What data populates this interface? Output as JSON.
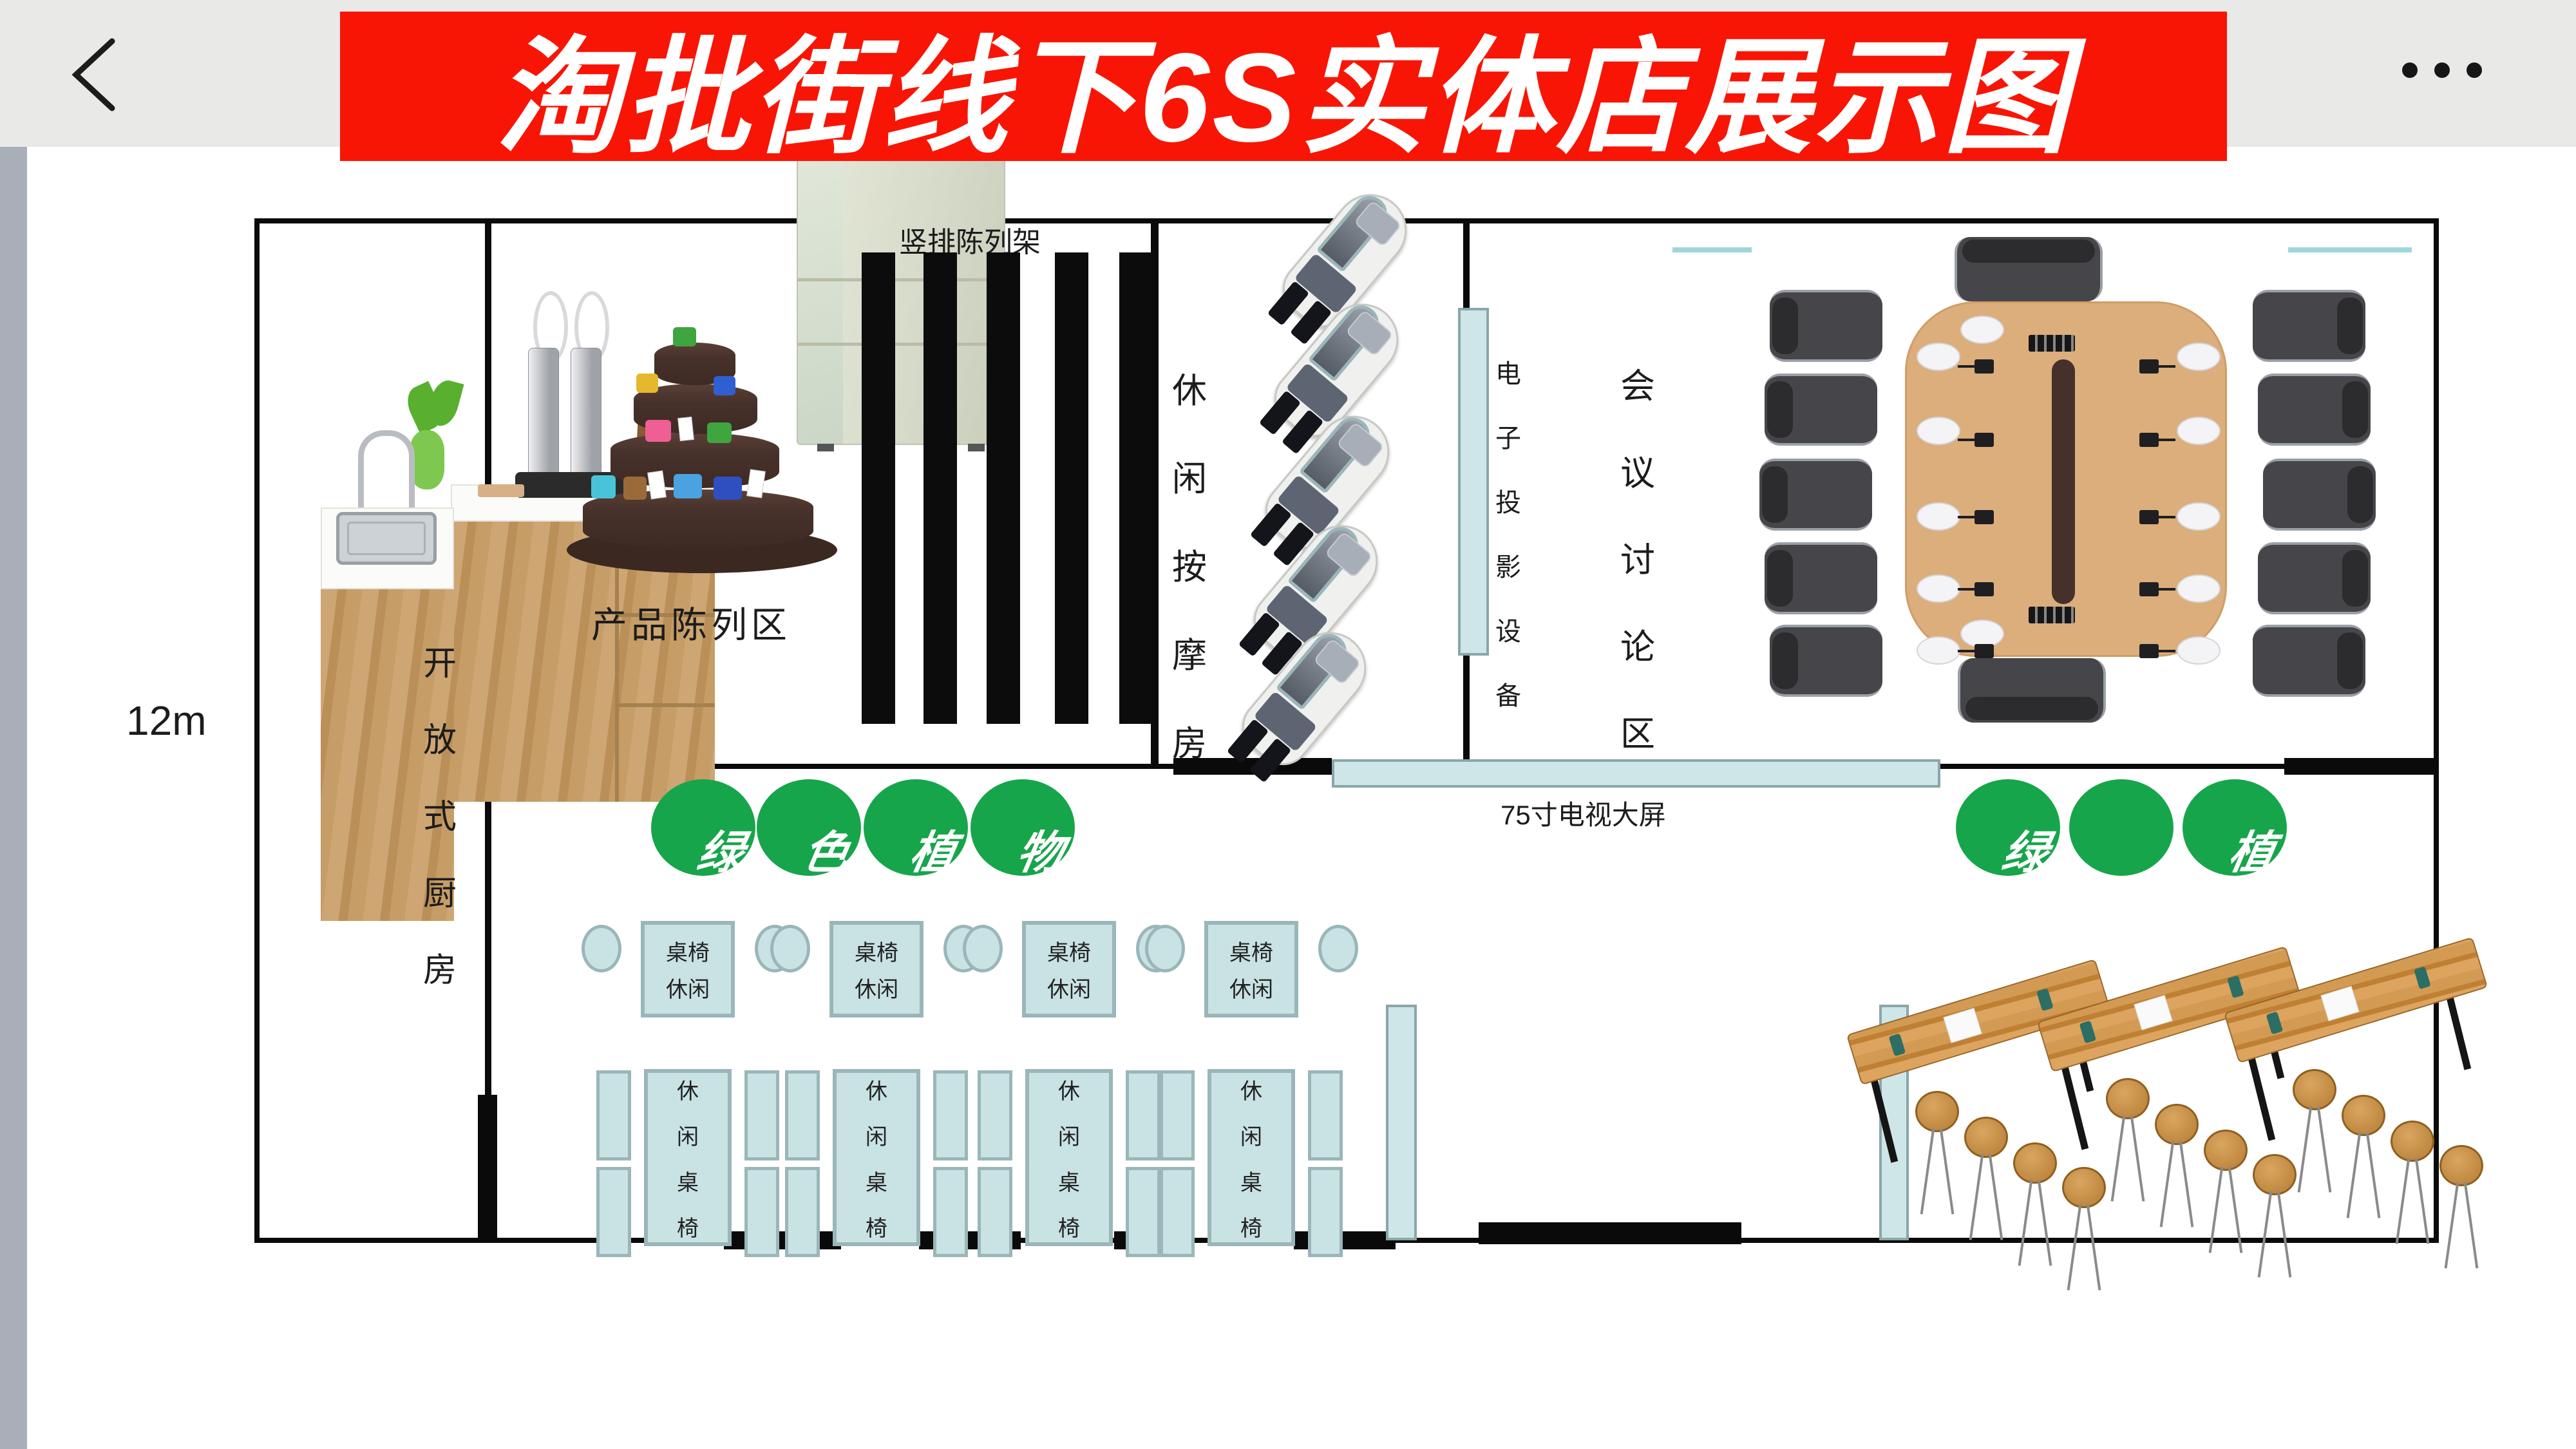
{
  "header": {
    "title": "淘批街线下6S实体店展示图",
    "back_icon": "chevron-left",
    "more_icon": "ellipsis",
    "banner_color": "#f81505"
  },
  "plan": {
    "dimension_label": "12m",
    "kitchen": {
      "label_chars": [
        "开",
        "放",
        "式",
        "厨",
        "房"
      ]
    },
    "display_area": {
      "label": "产品陈列区"
    },
    "rack": {
      "label": "竖排陈列架"
    },
    "massage": {
      "label_chars": [
        "休",
        "闲",
        "按",
        "摩",
        "房"
      ]
    },
    "projector": {
      "label_chars": [
        "电",
        "子",
        "投",
        "影",
        "设",
        "备"
      ]
    },
    "meeting": {
      "label_chars": [
        "会",
        "议",
        "讨",
        "论",
        "区"
      ]
    },
    "tv": {
      "label": "75寸电视大屏"
    },
    "plants_left": {
      "chars": [
        "绿",
        "色",
        "植",
        "物"
      ]
    },
    "plants_right": {
      "chars": [
        "绿",
        "",
        "植"
      ]
    },
    "small_table": {
      "line1": "桌椅",
      "line2": "休闲"
    },
    "large_table": {
      "chars": [
        "休",
        "闲",
        "桌",
        "椅"
      ]
    },
    "colors": {
      "teal_fill": "#c9e2e4",
      "teal_equipment": "#cfe6e8",
      "plant_green": "#17a54b",
      "table_wood": "#dcae7c",
      "wall": "#0a0a0a"
    }
  }
}
